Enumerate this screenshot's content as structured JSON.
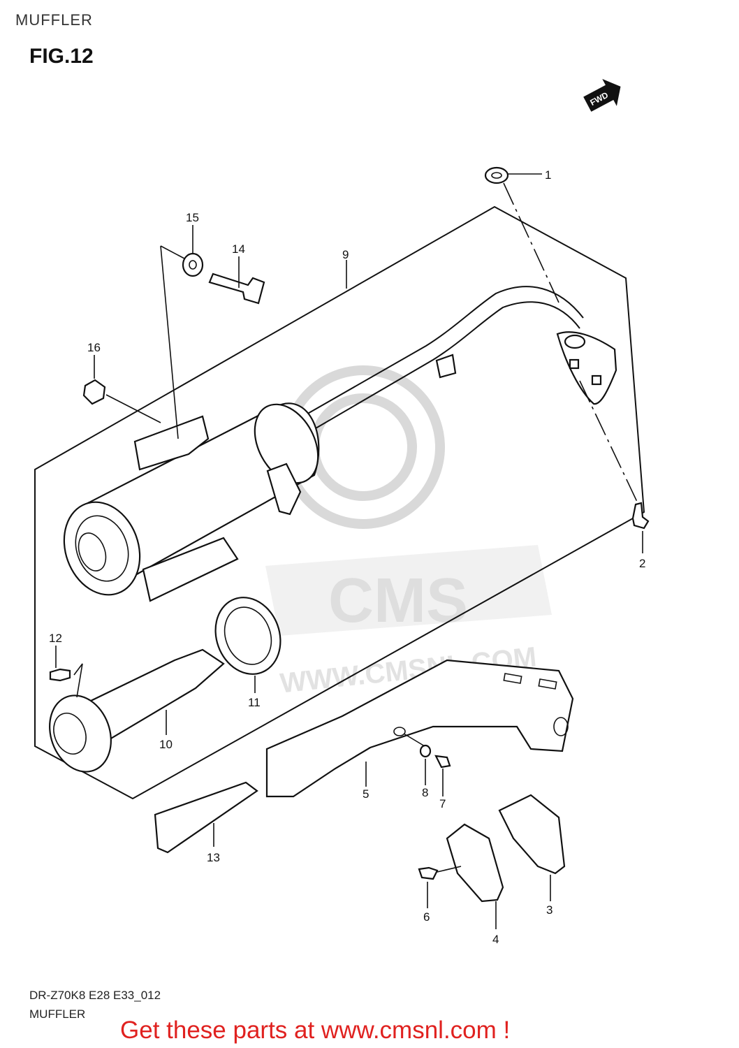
{
  "header": {
    "section_title": "MUFFLER",
    "figure_label": "FIG.12"
  },
  "fwd_badge": {
    "text": "FWD",
    "icon": "fwd-arrow-icon"
  },
  "callouts": [
    "1",
    "2",
    "3",
    "4",
    "5",
    "6",
    "7",
    "8",
    "9",
    "10",
    "11",
    "12",
    "13",
    "14",
    "15",
    "16"
  ],
  "watermark": {
    "text": "CMS",
    "url_text": "WWW.CMSNL.COM",
    "color": "#e6e6e6"
  },
  "footer": {
    "diagram_code": "DR-Z70K8 E28 E33_012",
    "title": "MUFFLER",
    "cta": "Get these parts at www.cmsnl.com !",
    "cta_color": "#e0211f"
  }
}
